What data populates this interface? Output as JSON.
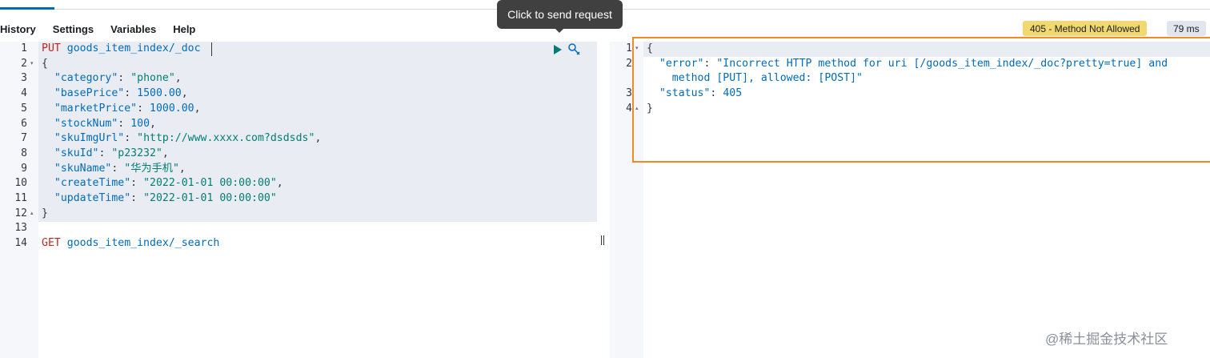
{
  "menu": {
    "history": "History",
    "settings": "Settings",
    "variables": "Variables",
    "help": "Help"
  },
  "tooltip": {
    "text": "Click to send request"
  },
  "status": {
    "code_text": "405 - Method Not Allowed",
    "time_text": "79 ms",
    "badge_color": "#f1d86f"
  },
  "request": {
    "method_line": {
      "method": "PUT",
      "path": "goods_item_index/_doc"
    },
    "body": [
      {
        "k": "\"category\"",
        "v": "\"phone\"",
        "type": "str",
        "trail": ","
      },
      {
        "k": "\"basePrice\"",
        "v": "1500.00",
        "type": "num",
        "trail": ","
      },
      {
        "k": "\"marketPrice\"",
        "v": "1000.00",
        "type": "num",
        "trail": ","
      },
      {
        "k": "\"stockNum\"",
        "v": "100",
        "type": "num",
        "trail": ","
      },
      {
        "k": "\"skuImgUrl\"",
        "v": "\"http://www.xxxx.com?dsdsds\"",
        "type": "str",
        "trail": ","
      },
      {
        "k": "\"skuId\"",
        "v": "\"p23232\"",
        "type": "str",
        "trail": ","
      },
      {
        "k": "\"skuName\"",
        "v": "\"华为手机\"",
        "type": "str",
        "trail": ","
      },
      {
        "k": "\"createTime\"",
        "v": "\"2022-01-01 00:00:00\"",
        "type": "str",
        "trail": ","
      },
      {
        "k": "\"updateTime\"",
        "v": "\"2022-01-01 00:00:00\"",
        "type": "str",
        "trail": ""
      }
    ],
    "second_request": {
      "method": "GET",
      "path": "goods_item_index/_search"
    },
    "line_numbers": [
      "1",
      "2",
      "3",
      "4",
      "5",
      "6",
      "7",
      "8",
      "9",
      "10",
      "11",
      "12",
      "13",
      "14"
    ]
  },
  "response": {
    "line_numbers": [
      "1",
      "2",
      "3",
      "4"
    ],
    "error_key": "\"error\"",
    "error_value_1": "\"Incorrect HTTP method for uri [/goods_item_index/_doc?pretty=true] and",
    "error_value_2": "method [PUT], allowed: [POST]\"",
    "status_key": "\"status\"",
    "status_value": "405"
  },
  "watermark": "@稀土掘金技术社区",
  "icons": {
    "send": "play-icon",
    "settings": "wrench-icon"
  }
}
